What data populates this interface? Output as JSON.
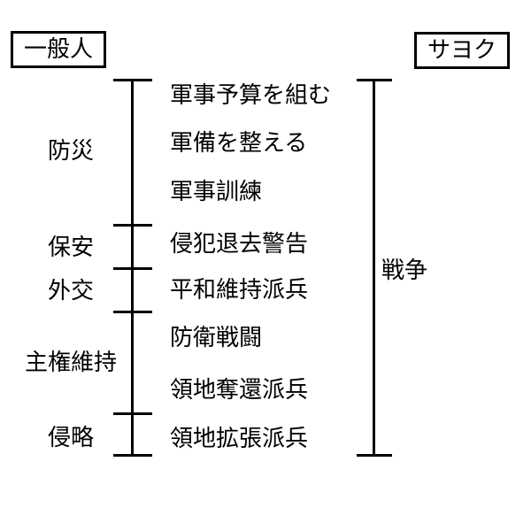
{
  "diagram": {
    "left_box": "一般人",
    "right_box": "サヨク",
    "categories": [
      {
        "label": "防災",
        "item_count": 3
      },
      {
        "label": "保安",
        "item_count": 1
      },
      {
        "label": "外交",
        "item_count": 1
      },
      {
        "label": "主権維持",
        "item_count": 2
      },
      {
        "label": "侵略",
        "item_count": 1
      }
    ],
    "items": [
      {
        "label": "軍事予算を組む"
      },
      {
        "label": "軍備を整える"
      },
      {
        "label": "軍事訓練"
      },
      {
        "label": "侵犯退去警告"
      },
      {
        "label": "平和維持派兵"
      },
      {
        "label": "防衛戦闘"
      },
      {
        "label": "領地奪還派兵"
      },
      {
        "label": "領地拡張派兵"
      }
    ],
    "right_label": "戦争",
    "colors": {
      "line": "#000000",
      "text": "#000000",
      "background": "#ffffff"
    }
  }
}
